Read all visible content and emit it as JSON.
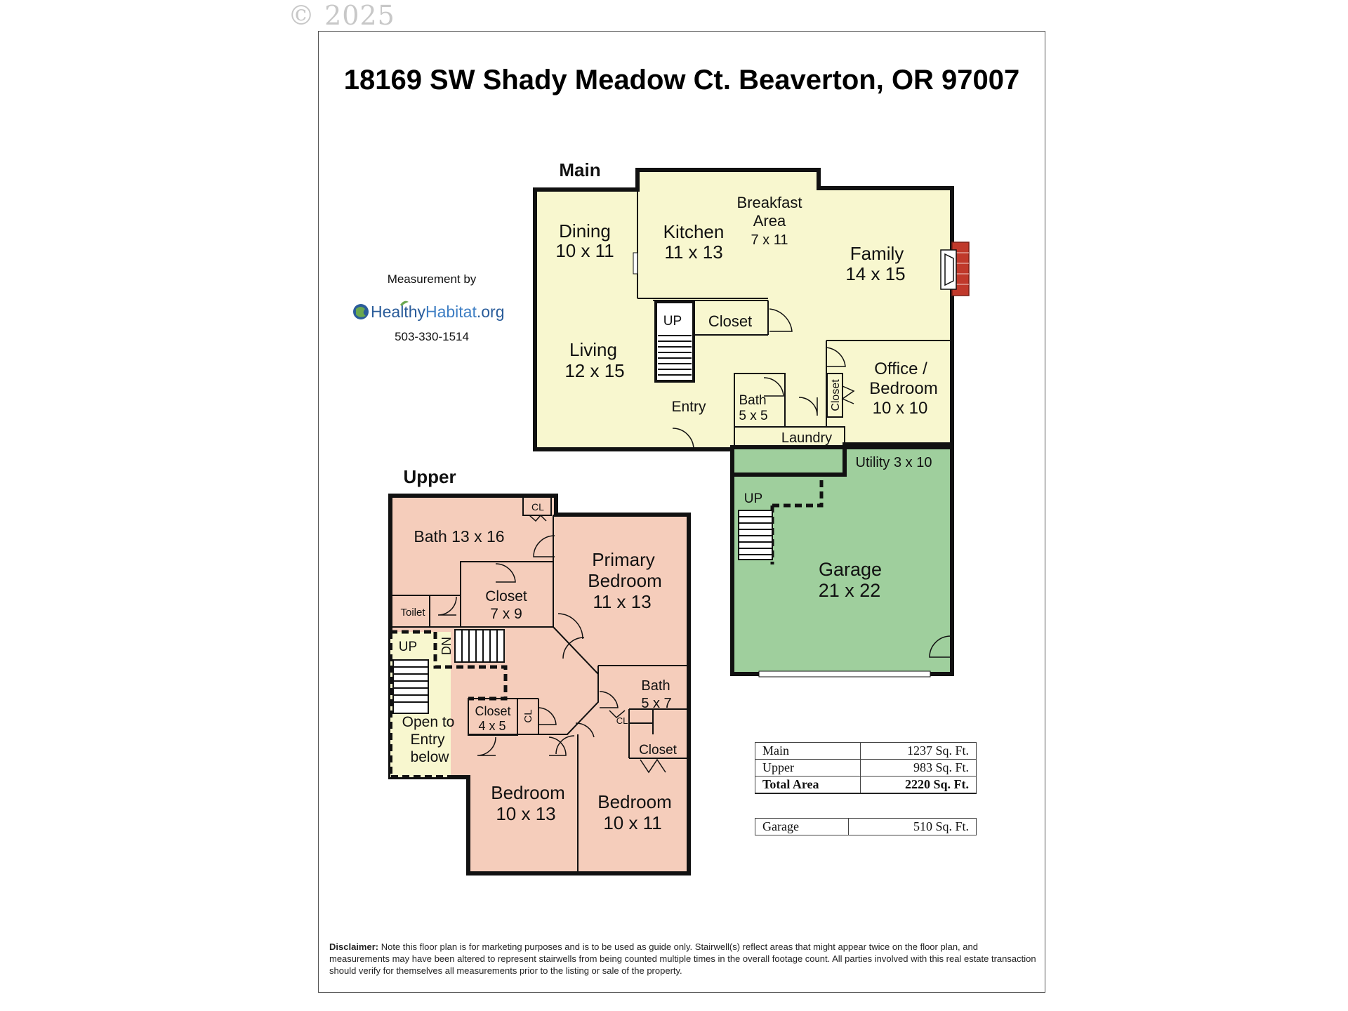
{
  "copyright": "© 2025",
  "title": "18169 SW Shady Meadow Ct. Beaverton, OR 97007",
  "colors": {
    "main_floor": "#f8f7cf",
    "upper_floor": "#f5cdbb",
    "garage": "#9fcf9d",
    "fireplace": "#c0392b",
    "logo_blue": "#2a5c9a",
    "logo_green": "#6aa84f"
  },
  "credit": {
    "measurement_by": "Measurement by",
    "logo_text_1": "Healthy",
    "logo_text_2": "Habitat",
    "logo_text_3": ".org",
    "phone": "503-330-1514"
  },
  "floors": {
    "main": {
      "label": "Main",
      "rooms": {
        "dining": [
          "Dining",
          "10 x 11"
        ],
        "kitchen": [
          "Kitchen",
          "11 x 13"
        ],
        "breakfast": [
          "Breakfast",
          "Area",
          "7 x 11"
        ],
        "family": [
          "Family",
          "14 x 15"
        ],
        "living": [
          "Living",
          "12 x 15"
        ],
        "closet": "Closet",
        "stairs_up": "UP",
        "entry": "Entry",
        "bath": [
          "Bath",
          "5 x 5"
        ],
        "office": [
          "Office /",
          "Bedroom",
          "10 x 10"
        ],
        "office_closet": "Closet",
        "laundry": "Laundry",
        "utility": "Utility 3 x 10",
        "garage": [
          "Garage",
          "21 x 22"
        ],
        "garage_up": "UP"
      }
    },
    "upper": {
      "label": "Upper",
      "rooms": {
        "bath": "Bath 13 x 16",
        "bath_cl": "CL",
        "toilet": "Toilet",
        "closet": [
          "Closet",
          "7 x 9"
        ],
        "primary": [
          "Primary",
          "Bedroom",
          "11 x 13"
        ],
        "up": "UP",
        "dn": "DN",
        "open_entry": [
          "Open to",
          "Entry",
          "below"
        ],
        "closet_small": [
          "Closet",
          "4 x 5"
        ],
        "cl2": "CL",
        "bath2": [
          "Bath",
          "5 x 7"
        ],
        "cl3": "CL",
        "closet3": "Closet",
        "bedroom1": [
          "Bedroom",
          "10 x 13"
        ],
        "bedroom2": [
          "Bedroom",
          "10 x 11"
        ]
      }
    }
  },
  "areas": {
    "rows": [
      {
        "label": "Main",
        "value": "1237 Sq. Ft."
      },
      {
        "label": "Upper",
        "value": "983 Sq. Ft."
      },
      {
        "label": "Total Area",
        "value": "2220 Sq. Ft."
      }
    ],
    "garage": {
      "label": "Garage",
      "value": "510 Sq. Ft."
    }
  },
  "disclaimer": {
    "lead": "Disclaimer:",
    "text": " Note this floor plan is for marketing purposes and is to be used as guide only.  Stairwell(s) reflect areas that might appear twice on the floor plan, and measurements may have been altered to represent stairwells from being counted multiple times in the overall footage count.  All parties involved with this real estate transaction should verify for themselves all measurements prior to the listing or sale of the property."
  }
}
